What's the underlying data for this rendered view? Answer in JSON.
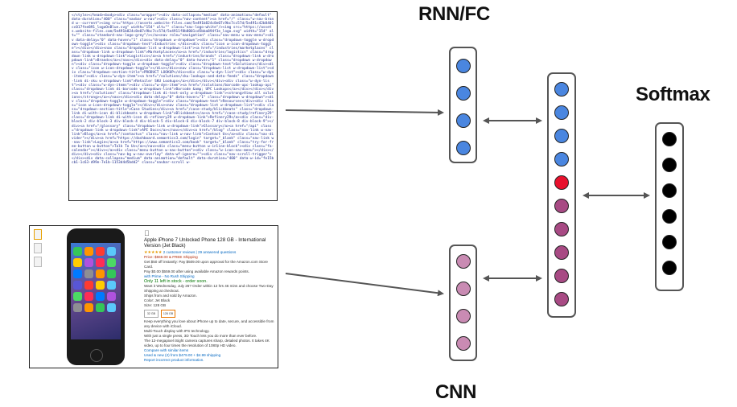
{
  "labels": {
    "rnn_fc": "RNN/FC",
    "softmax": "Softmax",
    "cnn": "CNN"
  },
  "colors": {
    "rnn_node": "#4a86e0",
    "cnn_node": "#c98bb3",
    "merged_blue": "#4a86e0",
    "merged_red": "#e8112d",
    "merged_purple": "#a84a84",
    "softmax_node": "#000000",
    "arrow": "#555555"
  },
  "html_code_text": "</style></head><body><div class=\"wrapper\"><div data-collapse=\"medium\" data-animation=\"default\" data-duration=\"400\" class=\"navbar w-nav\"><div class=\"nav-content\"><a href=\"/\" class=\"w-nav-brand w--current\"><img src=\"https://assets.website-files.com/5e491b824c8e07c9bc7cc57d/5e491c42b8401cc017fee891_logoOnBlue.svg\" width=\"154\" alt=\"\" class=\"nav-logo-white\"/><img src=\"https://assets.website-files.com/5e491b824c8e07c9bc7cc57d/5e4911f8b8001cd5bba894f3e_logo.svg\" width=\"154\" alt=\"\" class=\"standard-nav-logo-grey\"/></a><nav role=\"navigation\" class=\"nav-menu w-nav-menu\"><div data-delay=\"0\" data-hover=\"1\" class=\"dropdown w-dropdown\"><div class=\"dropdown-toggle w-dropdown-toggle\"><div class=\"dropdown-text\">Industries </div><div class=\"icon w-icon-dropdown-toggle\"></div></div><nav class=\"dropdown-list w-dropdown-list\"><a href=\"/industries/marketplaces\" class=\"dropdown-link w-dropdown-link\">Marketplaces</a><a href=\"/industries/logistics\" class=\"dropdown-link w-dropdown-link\">Logistics</a><a href=\"/industries/brands\" class=\"dropdown-link w-dropdown-link\">Brands</a></nav></div><div data-delay=\"0\" data-hover=\"1\" class=\"dropdown w-dropdown\"><div class=\"dropdown-toggle w-dropdown-toggle\"><div class=\"dropdown-text\">Solutions</div><div class=\"icon w-icon-dropdown-toggle\"></div></div><nav class=\"dropdown-list w-dropdown-list\"><div class=\"dropdown-section-title\">PRODUCT LOOKUP</div><div class=\"w-dyn-list\"><div class=\"w-dyn-items\"><div class=\"w-dyn-item\"><a href=\"/solutions/sku-lookups-and-data-feeds\" class=\"dropdown-link di-sku w-dropdown-link\">Retailer SKU Lookups</a></div></div></div><div class=\"w-dyn-list\"><div class=\"w-dyn-items\"><div class=\"w-dyn-item\"><a href=\"/solutions/barcode-upc-lookup-api\" class=\"dropdown-link di-barcode w-dropdown-link\">Barcode &amp; UPC Lookups</a></div></div></div><a href=\"/solutions\" class=\"dropdown-link di-text-only w-dropdown-link\"><strong>View all solutions</strong></a></nav></div><div data-delay=\"0\" data-hover=\"1\" class=\"dropdown w-dropdown\"><div class=\"dropdown-toggle w-dropdown-toggle\"><div class=\"dropdown-text\">Resources</div><div class=\"icon w-icon-dropdown-toggle\"></div></div><nav class=\"dropdown-list w-dropdown-list\"><div class=\"dropdown-section-title\">Case Studies</div><a href=\"/case-study/blickbeats\" class=\"dropdown-link di-with-icon di-blickbeats w-dropdown-link\">Blickbeats</a><a href=\"/case-study/refinery29\" class=\"dropdown-link di-with-icon di-refinery29 w-dropdown-link\">Refinery29</a><div class=\"div-block-2 div-block-3 div-block-4 div-block-5 div-block-6 div-block-7 div-block-8 div-block-9\"></div><a href=\"/glossary\" class=\"dropdown-link w-dropdown-link\">Glossary</a><a href=\"/api\" class=\"dropdown-link w-dropdown-link\">API Docs</a></nav></div><a href=\"/blog\" class=\"nav-link w-nav-link\">Blog</a><a href=\"/contactus\" class=\"nav-link w-nav-link\">Contact Us</a><div class=\"nav-divider\"></div><a href=\"https://dashboard.semantics3.com/login\" target=\"_blank\" class=\"nav-link w-nav-link\">Login</a><a href=\"https://www.semantics3.com/book\" target=\"_blank\" class=\"try-for-free-button w-button\">Talk To Us</a></nav><div class=\"menu-button w-inline-block\"><div class=\"fa-calendar\"></div></a><div class=\"menu-button w-nav-button\"><div class=\"w-icon-nav-menu\"></div></div></div><div class=\"nav-bg w-nav-overlay\" data-wf-ignore=\"\"><div class=\"nav-scroll-trigger\"></div><div data-collapse=\"medium\" data-animation=\"default\" data-duration=\"400\" data-w-id=\"fe15bcb1-1c63-d99e-7e1b-1153d4d5bdd2\" class=\"navbar-scroll w-",
  "product_page": {
    "title": "Apple iPhone 7 Unlocked Phone 128 GB - International Version (Jet Black)",
    "rating_text": "2 customer reviews | 29 answered questions",
    "price_line": "Price: $559.00 & FREE Shipping",
    "bullet1": "Get $50 off instantly: Pay $509.00 upon approval for the Amazon.com Store Card.",
    "bullet2": "Pay $0.00 $559.00 after using available Amazon rewards points.",
    "prime_line": "with Prime - No Rush Shipping",
    "stock": "Only 11 left in stock - order soon.",
    "delivery": "Want it Wednesday, July 26? Order within 12 hrs 46 mins and choose Two-Day Shipping at checkout.",
    "sold_by": "Ships from and sold by Amazon.",
    "color": "Color: Jet Black",
    "size": "Size: 128 GB",
    "size_opts": [
      "32 GB",
      "128 GB"
    ],
    "features": [
      "Keep everything you love about iPhone up to date, secure, and accessible from any device with iCloud.",
      "Multi-Touch display with IPS technology.",
      "With just a single press, 3D Touch lets you do more than ever before.",
      "The 12-megapixel iSight camera captures sharp, detailed photos. It takes 4K video, up to four times the resolution of 1080p HD video."
    ],
    "compare": "Compare with similar items",
    "new_line": "Used & new (2) from $479.00 + $4.99 shipping",
    "report": "Report incorrect product information."
  },
  "network": {
    "rnn_nodes": 4,
    "cnn_nodes": 4,
    "merged_pattern": [
      "blue",
      "blue",
      "blue",
      "blue",
      "red",
      "purple",
      "purple",
      "purple",
      "purple",
      "purple"
    ],
    "softmax_nodes": 6
  }
}
